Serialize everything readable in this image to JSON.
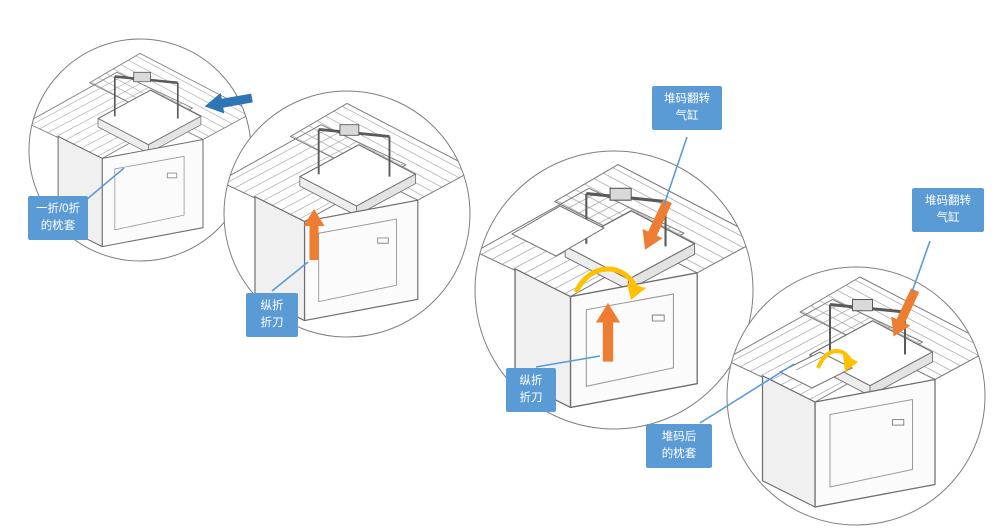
{
  "figure": {
    "background": "#ffffff",
    "description_steps": 4
  },
  "colors": {
    "callout_bg": "#5b9bd5",
    "callout_text": "#ffffff",
    "leader_line": "#5b9bd5",
    "line_art": "#6e6e6e",
    "arrow_blue": "#2e75b6",
    "arrow_orange": "#ed7d31",
    "arrow_yellow": "#ffc000"
  },
  "panels": [
    {
      "name": "step-1-feed",
      "callouts": [
        {
          "id": "folded-pillowcase",
          "text": "一折/0折\n的枕套"
        }
      ],
      "arrows": [
        {
          "id": "feed-direction",
          "color": "#2e75b6",
          "shape": "straight-left"
        }
      ]
    },
    {
      "name": "step-2-longitudinal-fold",
      "callouts": [
        {
          "id": "fold-knife",
          "text": "纵折\n折刀"
        }
      ],
      "arrows": [
        {
          "id": "knife-up",
          "color": "#ed7d31",
          "shape": "straight-up"
        }
      ]
    },
    {
      "name": "step-3-stack-flip",
      "callouts": [
        {
          "id": "stack-flip-cylinder",
          "text": "堆码翻转\n气缸"
        },
        {
          "id": "fold-knife",
          "text": "纵折\n折刀"
        }
      ],
      "arrows": [
        {
          "id": "cylinder-push",
          "color": "#ed7d31",
          "shape": "diagonal-down-left"
        },
        {
          "id": "flip-rotation",
          "color": "#ffc000",
          "shape": "curved"
        },
        {
          "id": "knife-up",
          "color": "#ed7d31",
          "shape": "straight-up"
        }
      ]
    },
    {
      "name": "step-4-stacked-result",
      "callouts": [
        {
          "id": "stack-flip-cylinder",
          "text": "堆码翻转\n气缸"
        },
        {
          "id": "stacked-pillowcase",
          "text": "堆码后\n的枕套"
        }
      ],
      "arrows": [
        {
          "id": "cylinder-push",
          "color": "#ed7d31",
          "shape": "diagonal-down-left"
        },
        {
          "id": "flip-rotation",
          "color": "#ffc000",
          "shape": "curved"
        }
      ]
    }
  ]
}
